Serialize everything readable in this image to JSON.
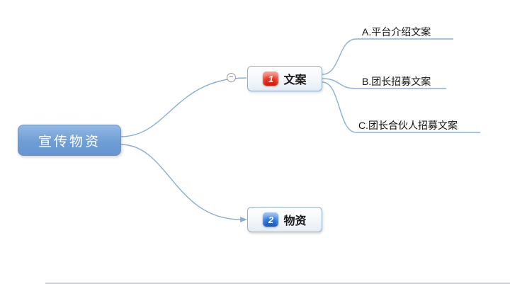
{
  "canvas": {
    "background": "#ffffff",
    "connector_color": "#8aafd6"
  },
  "mindmap": {
    "root": {
      "label": "宣传物资",
      "fill": "#7ba4d9",
      "text_color": "#ffffff"
    },
    "collapse_icon": {
      "name": "collapse-minus-icon",
      "glyph": "−"
    },
    "branches": [
      {
        "label": "文案",
        "badge": {
          "number": "1",
          "color": "#e3261a"
        },
        "children": [
          {
            "label": "A.平台介绍文案"
          },
          {
            "label": "B.团长招募文案"
          },
          {
            "label": "C.团长合伙人招募文案"
          }
        ]
      },
      {
        "label": "物资",
        "badge": {
          "number": "2",
          "color": "#1c64d1"
        },
        "children": []
      }
    ]
  }
}
